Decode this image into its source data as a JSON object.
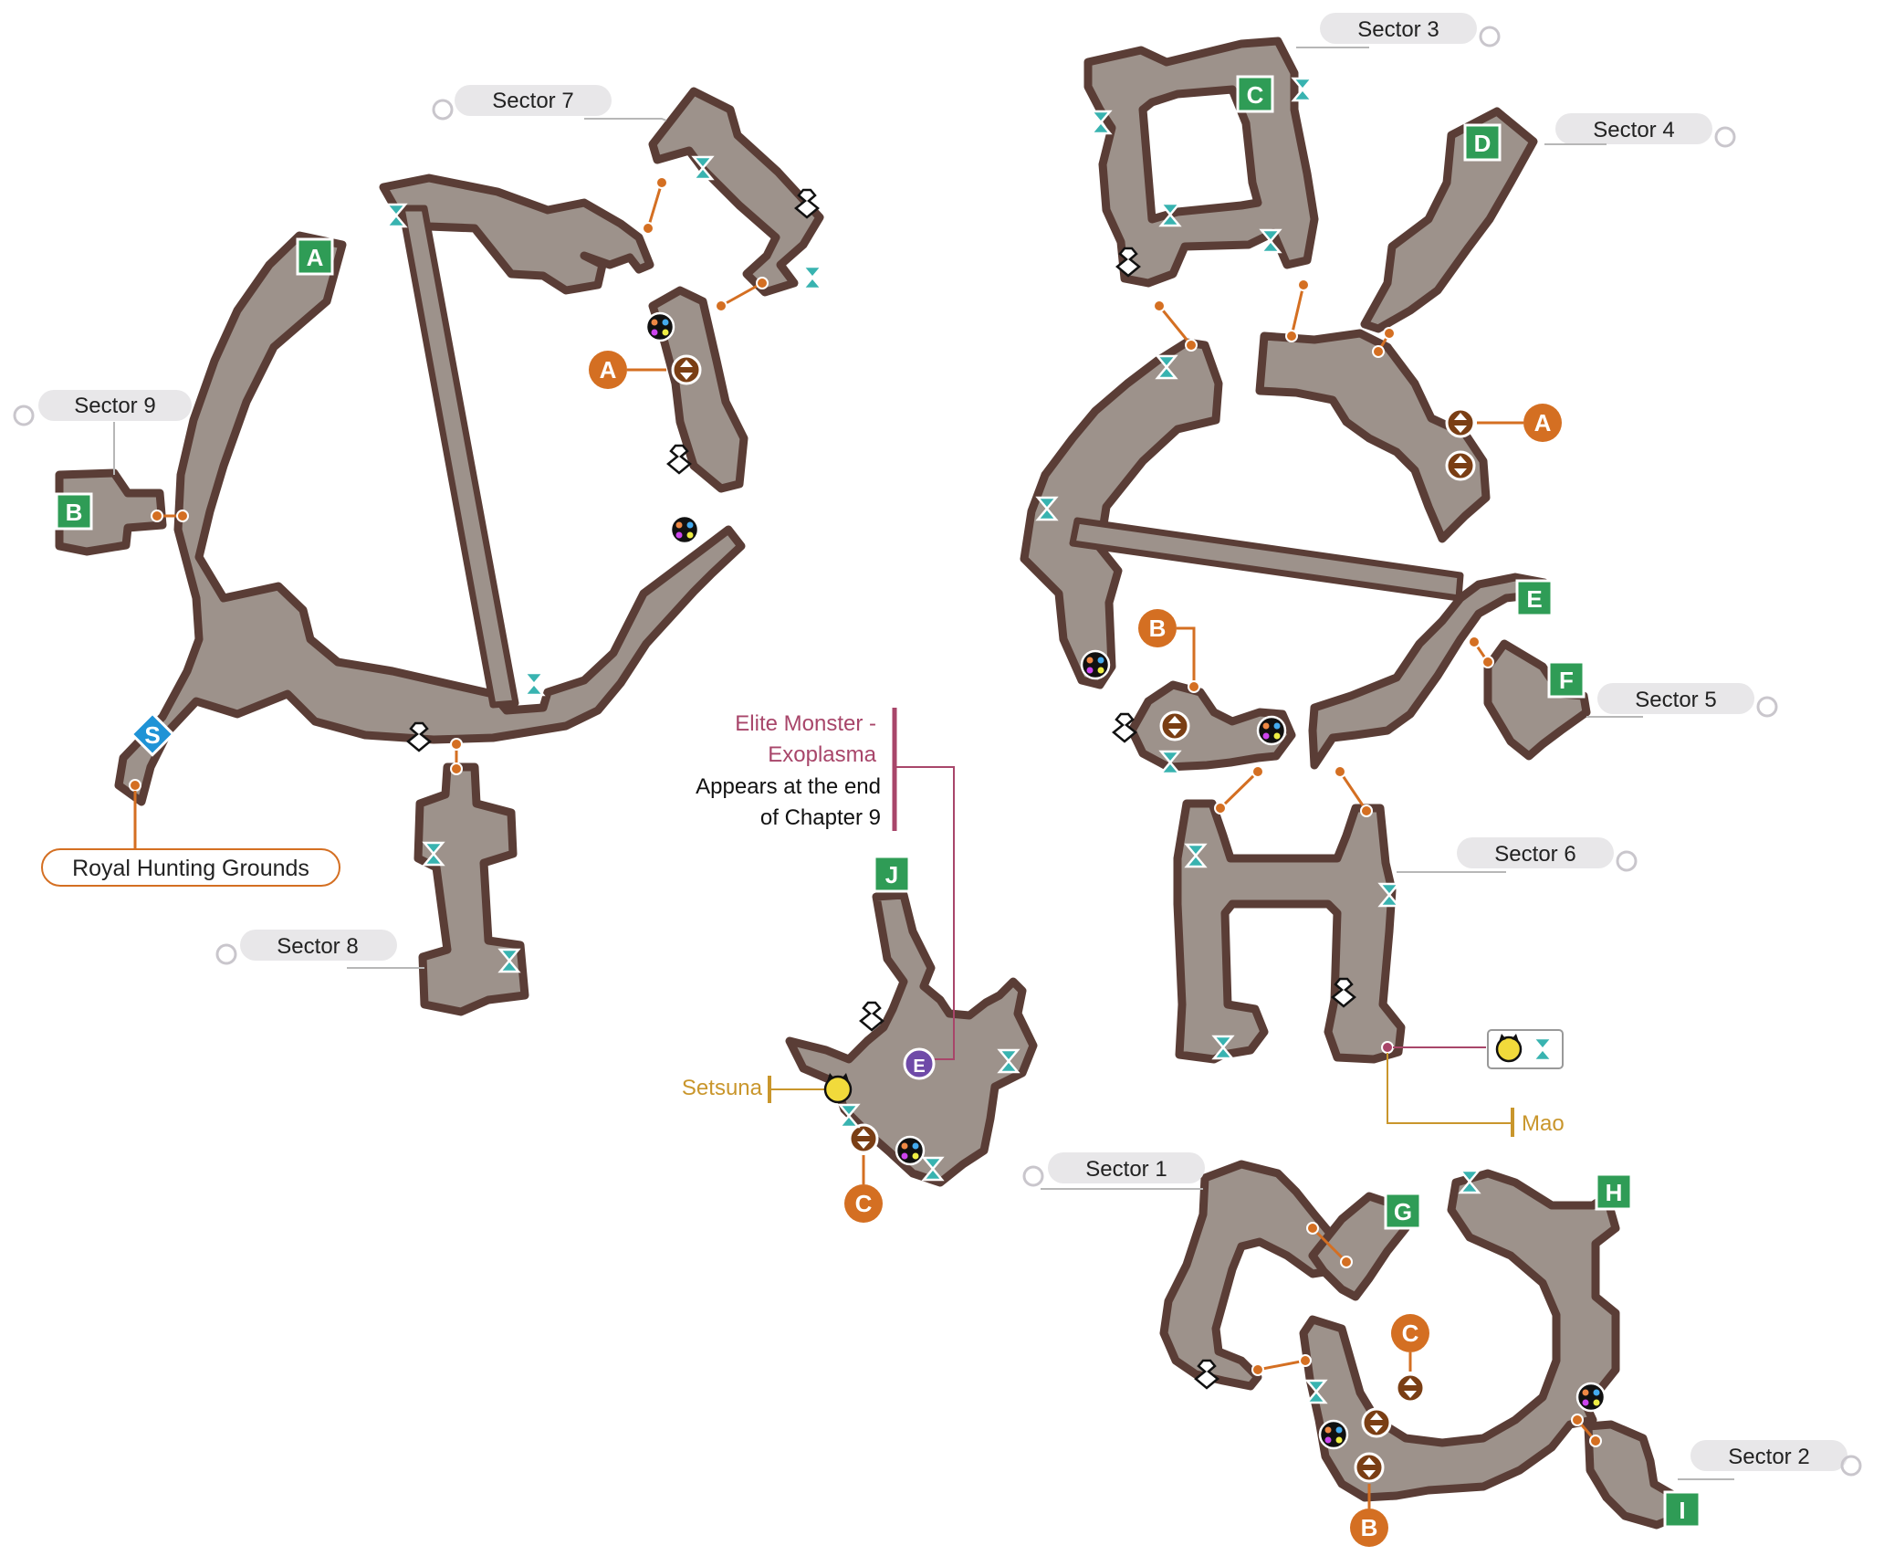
{
  "map": {
    "sectors": [
      {
        "id": "sector-1",
        "label": "Sector 1"
      },
      {
        "id": "sector-2",
        "label": "Sector 2"
      },
      {
        "id": "sector-3",
        "label": "Sector 3"
      },
      {
        "id": "sector-4",
        "label": "Sector 4"
      },
      {
        "id": "sector-5",
        "label": "Sector 5"
      },
      {
        "id": "sector-6",
        "label": "Sector 6"
      },
      {
        "id": "sector-7",
        "label": "Sector 7"
      },
      {
        "id": "sector-8",
        "label": "Sector 8"
      },
      {
        "id": "sector-9",
        "label": "Sector 9"
      }
    ],
    "exit_markers": [
      "A",
      "B",
      "C",
      "D",
      "E",
      "F",
      "G",
      "H",
      "I",
      "J"
    ],
    "connector_markers": [
      "A",
      "B",
      "C"
    ],
    "start_marker": "S",
    "boss_marker": "E",
    "callouts": {
      "royal_hunting_grounds": "Royal Hunting Grounds",
      "elite_monster_line1": "Elite Monster -",
      "elite_monster_line2": "Exoplasma",
      "appears_line1": "Appears at the end",
      "appears_line2": "of Chapter 9",
      "setsuna": "Setsuna",
      "mao": "Mao"
    },
    "colors": {
      "cave_fill": "#9d928b",
      "cave_outline": "#5a3d36",
      "exit_green": "#2f9c56",
      "start_blue": "#1f93d6",
      "connector_orange": "#d46f22",
      "elevator_brown": "#7a3e14",
      "save_teal": "#38b3b0",
      "elite_text": "#a8466a",
      "elite_purple": "#6f4aa8",
      "npc_gold": "#c9962c"
    },
    "icons": [
      "save-point-icon",
      "material-orb-icon",
      "pot-icon",
      "elevator-icon",
      "cat-npc-icon",
      "elite-monster-icon",
      "gear-icon"
    ]
  }
}
